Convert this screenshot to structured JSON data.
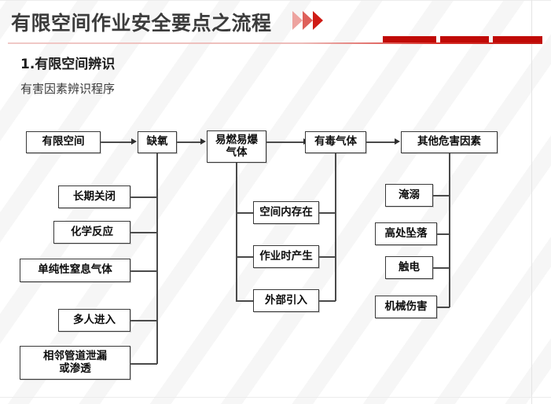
{
  "header": {
    "title": "有限空间作业安全要点之流程",
    "chevron_icon": "triple-chevron-right-icon",
    "accent_color": "#c00a06",
    "bars": [
      "",
      "",
      ""
    ]
  },
  "section": {
    "heading": "1.有限空间辨识",
    "subtitle": "有害因素辨识程序"
  },
  "flowchart": {
    "type": "process-tree",
    "top_row": [
      {
        "id": "n1",
        "label": "有限空间"
      },
      {
        "id": "n2",
        "label": "缺氧"
      },
      {
        "id": "n3",
        "label": "易燃易爆\n气体"
      },
      {
        "id": "n4",
        "label": "有毒气体"
      },
      {
        "id": "n5",
        "label": "其他危害因素"
      }
    ],
    "branch_oxygen_deficiency": [
      {
        "id": "o1",
        "label": "长期关闭"
      },
      {
        "id": "o2",
        "label": "化学反应"
      },
      {
        "id": "o3",
        "label": "单纯性窒息气体"
      },
      {
        "id": "o4",
        "label": "多人进入"
      },
      {
        "id": "o5",
        "label": "相邻管道泄漏\n或渗透"
      }
    ],
    "branch_flammable_toxic": [
      {
        "id": "f1",
        "label": "空间内存在"
      },
      {
        "id": "f2",
        "label": "作业时产生"
      },
      {
        "id": "f3",
        "label": "外部引入"
      }
    ],
    "branch_other_hazards": [
      {
        "id": "h1",
        "label": "淹溺"
      },
      {
        "id": "h2",
        "label": "高处坠落"
      },
      {
        "id": "h3",
        "label": "触电"
      },
      {
        "id": "h4",
        "label": "机械伤害"
      }
    ]
  }
}
